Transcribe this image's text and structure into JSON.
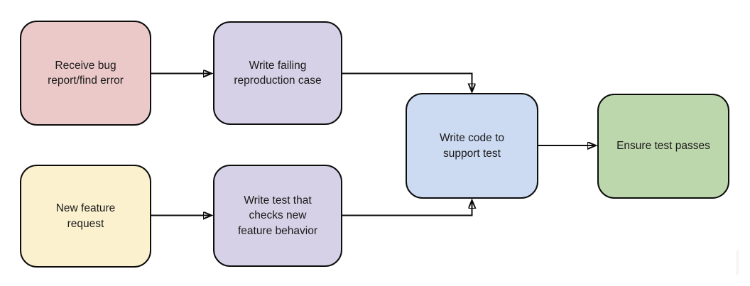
{
  "diagram": {
    "title": "test-driven-development-flowchart",
    "background_color": "#ffffff",
    "stroke_color": "#0d0d0d",
    "text_color": "#1a1a1a",
    "nodes": [
      {
        "id": "receive-bug-report",
        "label": [
          "Receive bug",
          "report/find error"
        ],
        "fill": "#ecc9c9"
      },
      {
        "id": "write-failing-repro-case",
        "label": [
          "Write failing",
          "reproduction case"
        ],
        "fill": "#d6d1e6"
      },
      {
        "id": "new-feature-request",
        "label": [
          "New feature",
          "request"
        ],
        "fill": "#fbf1cf"
      },
      {
        "id": "write-test-checks-feature",
        "label": [
          "Write test that",
          "checks new",
          "feature behavior"
        ],
        "fill": "#d6d1e6"
      },
      {
        "id": "write-code-support-test",
        "label": [
          "Write code to",
          "support test"
        ],
        "fill": "#ccdaf2"
      },
      {
        "id": "ensure-test-passes",
        "label": [
          "Ensure test passes"
        ],
        "fill": "#bdd7ac"
      }
    ],
    "edges": [
      {
        "from": "receive-bug-report",
        "to": "write-failing-repro-case"
      },
      {
        "from": "write-failing-repro-case",
        "to": "write-code-support-test"
      },
      {
        "from": "new-feature-request",
        "to": "write-test-checks-feature"
      },
      {
        "from": "write-test-checks-feature",
        "to": "write-code-support-test"
      },
      {
        "from": "write-code-support-test",
        "to": "ensure-test-passes"
      }
    ]
  }
}
